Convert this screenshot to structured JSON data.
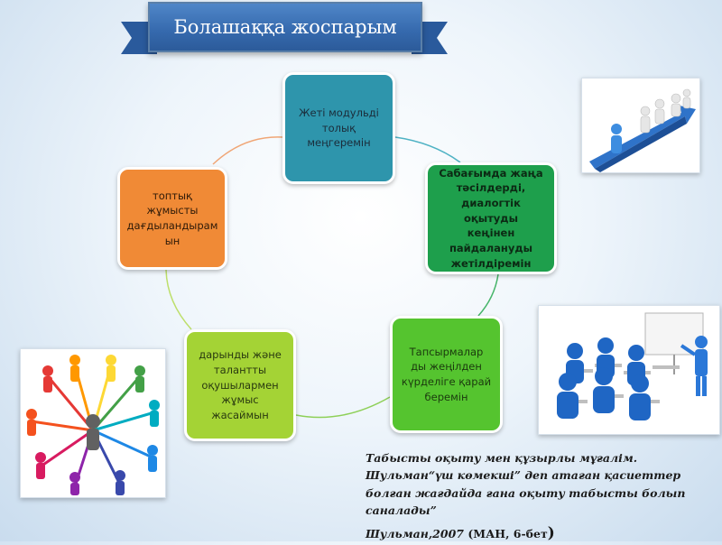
{
  "title": "Болашаққа жоспарым",
  "cycle": {
    "nodes": [
      {
        "lines": [
          "Жеті модульді",
          "толық",
          "меңгеремін"
        ],
        "color": "#2e95ac"
      },
      {
        "lines": [
          "Сабағымда жаңа",
          "тәсілдерді,",
          "диалогтік оқытуды",
          "кеңінен",
          "пайдалануды",
          "жетілдіремін"
        ],
        "color": "#1e9f4c"
      },
      {
        "lines": [
          "Тапсырмалар",
          "ды жеңілден",
          "күрделіге қарай",
          "беремін"
        ],
        "color": "#55c42f"
      },
      {
        "lines": [
          "дарынды және",
          "талантты",
          "оқушылармен",
          "жұмыс",
          "жасаймын"
        ],
        "color": "#a4d335"
      },
      {
        "lines": [
          "топтық",
          "жұмысты",
          "дағдыландырам",
          "ын"
        ],
        "color": "#f08a36"
      }
    ]
  },
  "images": [
    {
      "icon": "figures-on-arrow-illustration"
    },
    {
      "icon": "classroom-presentation-illustration"
    },
    {
      "icon": "networked-people-illustration"
    }
  ],
  "caption": {
    "quote": "Табысты оқыту мен құзырлы мұғалім. Шульман“үш көмекші” деп атаған қасиеттер болған жағдайда ғана оқыту табысты болып саналады”",
    "ref_author": "Шульман,2007",
    "ref_source": "(МАН, 6-бет",
    "ref_close": ")"
  }
}
